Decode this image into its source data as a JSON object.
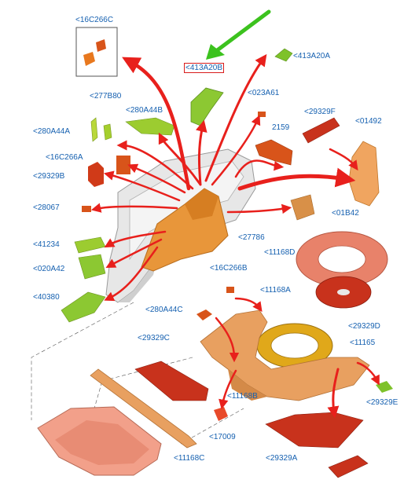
{
  "diagram": {
    "labels": {
      "p16C266C_top": "<16C266C",
      "p413A20B": "<413A20B",
      "p413A20A": "<413A20A",
      "p277B80": "<277B80",
      "p280A44B": "<280A44B",
      "p023A61": "<023A61",
      "p29329F": "<29329F",
      "p01492": "<01492",
      "p280A44A": "<280A44A",
      "p2159": "2159",
      "p16C266A": "<16C266A",
      "p29329B": "<29329B",
      "p28067": "<28067",
      "p01B42": "<01B42",
      "p41234": "<41234",
      "p27786": "<27786",
      "p11168D": "<11168D",
      "p020A42": "<020A42",
      "p16C266B": "<16C266B",
      "p40380": "<40380",
      "p11168A": "<11168A",
      "p280A44C": "<280A44C",
      "p29329D": "<29329D",
      "p29329C": "<29329C",
      "p11165": "<11165",
      "p11168B": "<11168B",
      "p29329E": "<29329E",
      "p17009": "<17009",
      "p29329A": "<29329A",
      "p11168C": "<11168C"
    },
    "highlighted_part": "<413A20B",
    "colors": {
      "label_text": "#1560b0",
      "highlight_box": "#d81c1c",
      "callout_arrow": "#e8201c",
      "pointer_arrow": "#3cc21e",
      "part_orange": "#e8963a",
      "part_green": "#8cc832",
      "part_red": "#c8321c",
      "part_salmon": "#e8826a",
      "part_gold": "#e0a81a"
    }
  }
}
